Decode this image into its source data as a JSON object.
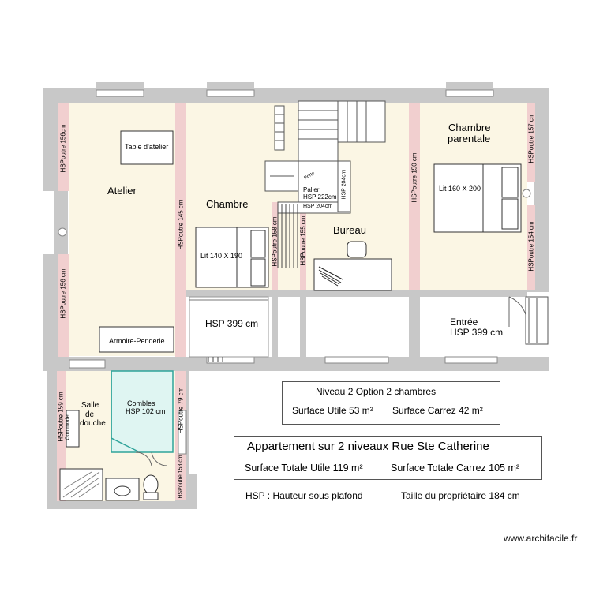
{
  "rooms": {
    "atelier": "Atelier",
    "chambre": "Chambre",
    "bureau": "Bureau",
    "chambre_parentale_1": "Chambre",
    "chambre_parentale_2": "parentale",
    "salle_1": "Salle",
    "salle_2": "de",
    "salle_3": "douche",
    "entree_1": "Entrée",
    "entree_2": "HSP 399 cm",
    "hsp_left": "HSP 399 cm",
    "combles_1": "Combles",
    "combles_2": "HSP 102 cm",
    "palier_1": "Palier",
    "palier_2": "HSP 222cm"
  },
  "furniture": {
    "table_atelier": "Table d'atelier",
    "armoire": "Armoire-Penderie",
    "lit_140": "Lit 140 X 190",
    "lit_160": "Lit 160 X 200",
    "commode": "Commode",
    "porte": "Porte"
  },
  "measures": {
    "hsp_156_top": "HSPoutre 156cm",
    "hsp_156_bottom": "HSPoutre 156 cm",
    "hsp_145": "HSPoutre 145 cm",
    "hsp_158": "HSPoutre 158 cm",
    "hsp_155": "HSPoutre 155 cm",
    "hsp_150": "HSPoutre 150 cm",
    "hsp_157": "HSPoutre 157 cm",
    "hsp_154": "HSPoutre 154 cm",
    "hsp_159": "HSPoutre 159 cm",
    "hsp_79": "HSPoutre 79 cm",
    "hsp_158_small": "HSPoutre 158 cm",
    "hsp_204_v": "HSP 204cm",
    "hsp_204_h": "HSP 204cm"
  },
  "niveau": {
    "title": "Niveau 2 Option 2 chambres",
    "utile": "Surface Utile 53 m²",
    "carrez": "Surface Carrez 42 m²"
  },
  "appartement": {
    "title": "Appartement sur 2 niveaux Rue Ste Catherine",
    "utile": "Surface Totale Utile 119 m²",
    "carrez": "Surface Totale Carrez 105 m²"
  },
  "legend": {
    "hsp": "HSP : Hauteur sous plafond",
    "taille": "Taille du propriétaire 184 cm"
  },
  "watermark": "www.archifacile.fr",
  "colors": {
    "wall": "#c8c8c8",
    "room_fill": "#fbf6e4",
    "beam": "#f1cfcf",
    "combles_fill": "#dff5f2",
    "combles_border": "#2fa39a"
  }
}
